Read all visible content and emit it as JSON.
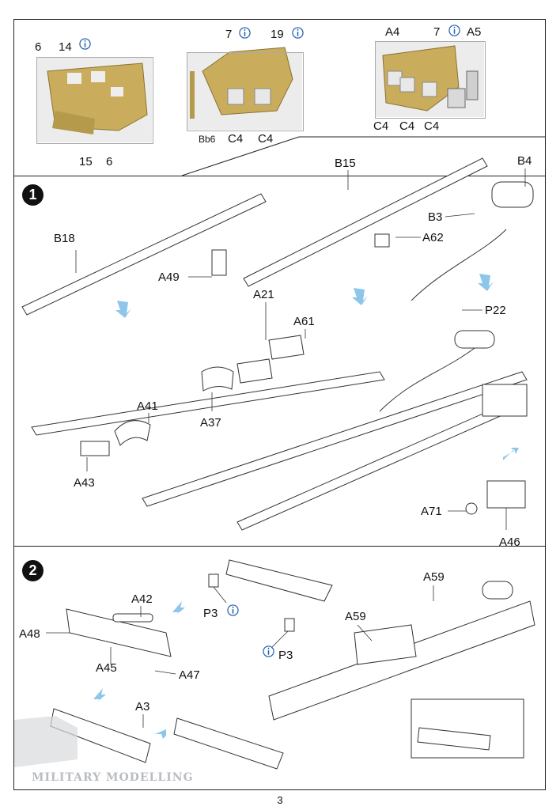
{
  "page_number": "3",
  "watermark": "MILITARY MODELLING",
  "photos": {
    "photo1": {
      "labels": [
        "6",
        "14",
        "15",
        "6"
      ]
    },
    "photo2": {
      "labels": [
        "7",
        "19",
        "Bb6",
        "C4",
        "C4"
      ]
    },
    "photo3": {
      "labels": [
        "A4",
        "7",
        "A5",
        "C4",
        "C4",
        "C4"
      ]
    }
  },
  "step1": {
    "number": "1",
    "labels": {
      "b18": "B18",
      "a49": "A49",
      "b15": "B15",
      "a62": "A62",
      "b4": "B4",
      "b3": "B3",
      "a21": "A21",
      "a61": "A61",
      "p22": "P22",
      "a41": "A41",
      "a37": "A37",
      "a43": "A43",
      "a71": "A71",
      "a46": "A46"
    }
  },
  "step2": {
    "number": "2",
    "labels": {
      "a42": "A42",
      "a48": "A48",
      "a45": "A45",
      "a47": "A47",
      "p3a": "P3",
      "p3b": "P3",
      "a59a": "A59",
      "a59b": "A59",
      "a3": "A3"
    }
  },
  "colors": {
    "arrow": "#8ec6ea",
    "ink": "#222222",
    "photo_brass": "#c9ad5c"
  }
}
